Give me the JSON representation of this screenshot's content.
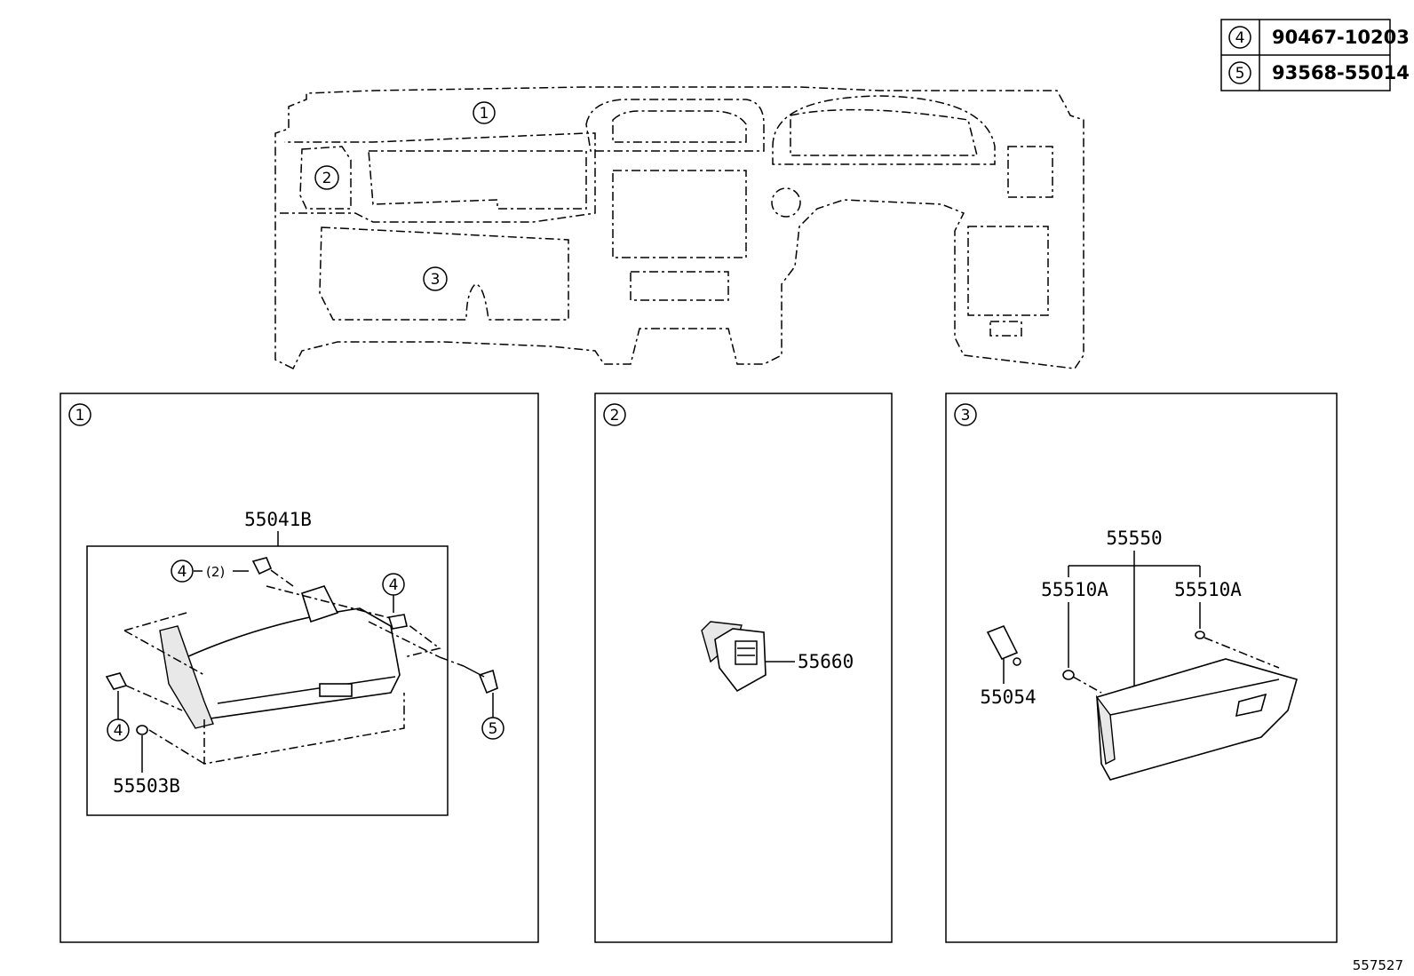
{
  "legend": [
    {
      "ref": "4",
      "part_no": "90467-10203"
    },
    {
      "ref": "5",
      "part_no": "93568-55014"
    }
  ],
  "overview": {
    "callouts": [
      "1",
      "2",
      "3"
    ]
  },
  "panels": [
    {
      "ref": "1",
      "parts": {
        "main": "55041B",
        "clip_left": "4",
        "clip_top": "4",
        "clip_top_qty": "(2)",
        "clip_right": "4",
        "bolt": "5",
        "nut": "55503B"
      }
    },
    {
      "ref": "2",
      "parts": {
        "register": "55660"
      }
    },
    {
      "ref": "3",
      "parts": {
        "box": "55550",
        "stopper_left": "55510A",
        "stopper_right": "55510A",
        "lock": "55054"
      }
    }
  ],
  "figure_id": "557527"
}
